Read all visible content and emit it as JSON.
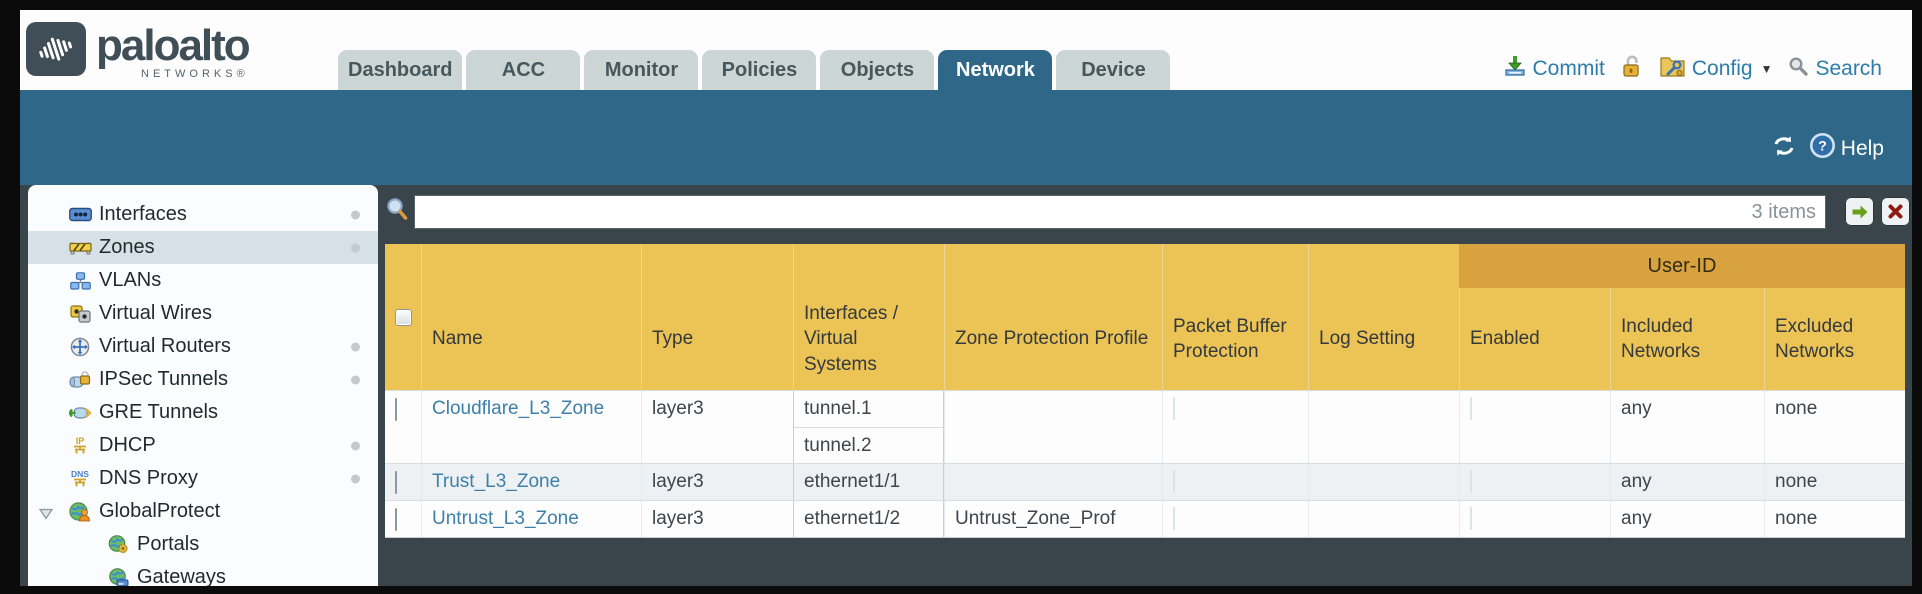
{
  "brand": {
    "name": "paloalto",
    "subtitle": "NETWORKS®"
  },
  "nav_tabs": [
    {
      "label": "Dashboard",
      "active": false
    },
    {
      "label": "ACC",
      "active": false
    },
    {
      "label": "Monitor",
      "active": false
    },
    {
      "label": "Policies",
      "active": false
    },
    {
      "label": "Objects",
      "active": false
    },
    {
      "label": "Network",
      "active": true
    },
    {
      "label": "Device",
      "active": false
    }
  ],
  "top_actions": {
    "commit_label": "Commit",
    "config_label": "Config",
    "search_label": "Search"
  },
  "teal_bar": {
    "help_label": "Help"
  },
  "sidebar": {
    "items": [
      {
        "label": "Interfaces",
        "icon": "interfaces-icon",
        "selected": false,
        "dot": true,
        "indent": 0
      },
      {
        "label": "Zones",
        "icon": "zones-icon",
        "selected": true,
        "dot": true,
        "indent": 0
      },
      {
        "label": "VLANs",
        "icon": "vlans-icon",
        "selected": false,
        "dot": false,
        "indent": 0
      },
      {
        "label": "Virtual Wires",
        "icon": "virtual-wires-icon",
        "selected": false,
        "dot": false,
        "indent": 0
      },
      {
        "label": "Virtual Routers",
        "icon": "virtual-routers-icon",
        "selected": false,
        "dot": true,
        "indent": 0
      },
      {
        "label": "IPSec Tunnels",
        "icon": "ipsec-tunnels-icon",
        "selected": false,
        "dot": true,
        "indent": 0
      },
      {
        "label": "GRE Tunnels",
        "icon": "gre-tunnels-icon",
        "selected": false,
        "dot": false,
        "indent": 0
      },
      {
        "label": "DHCP",
        "icon": "dhcp-icon",
        "selected": false,
        "dot": true,
        "indent": 0
      },
      {
        "label": "DNS Proxy",
        "icon": "dns-proxy-icon",
        "selected": false,
        "dot": true,
        "indent": 0
      },
      {
        "label": "GlobalProtect",
        "icon": "globalprotect-icon",
        "selected": false,
        "dot": false,
        "indent": 0,
        "expanded": true
      },
      {
        "label": "Portals",
        "icon": "portals-icon",
        "selected": false,
        "dot": false,
        "indent": 1
      },
      {
        "label": "Gateways",
        "icon": "gateways-icon",
        "selected": false,
        "dot": false,
        "indent": 1
      }
    ]
  },
  "filter_bar": {
    "value": "",
    "items_count": "3 items"
  },
  "table": {
    "group_header": "User-ID",
    "columns": [
      "Name",
      "Type",
      "Interfaces / Virtual Systems",
      "Zone Protection Profile",
      "Packet Buffer Protection",
      "Log Setting",
      "Enabled",
      "Included Networks",
      "Excluded Networks"
    ],
    "rows": [
      {
        "name": "Cloudflare_L3_Zone",
        "type": "layer3",
        "interfaces": [
          "tunnel.1",
          "tunnel.2"
        ],
        "zone_protection_profile": "",
        "log_setting": "",
        "included_networks": "any",
        "excluded_networks": "none"
      },
      {
        "name": "Trust_L3_Zone",
        "type": "layer3",
        "interfaces": [
          "ethernet1/1"
        ],
        "zone_protection_profile": "",
        "log_setting": "",
        "included_networks": "any",
        "excluded_networks": "none"
      },
      {
        "name": "Untrust_L3_Zone",
        "type": "layer3",
        "interfaces": [
          "ethernet1/2"
        ],
        "zone_protection_profile": "Untrust_Zone_Prof",
        "log_setting": "",
        "included_networks": "any",
        "excluded_networks": "none"
      }
    ]
  },
  "colors": {
    "teal": "#2e6787",
    "charcoal": "#39444b",
    "header_orange": "#ecc355",
    "user_id_band": "#d8a33e",
    "link_blue": "#2e7cab",
    "row_alt": "#edf1f4"
  }
}
